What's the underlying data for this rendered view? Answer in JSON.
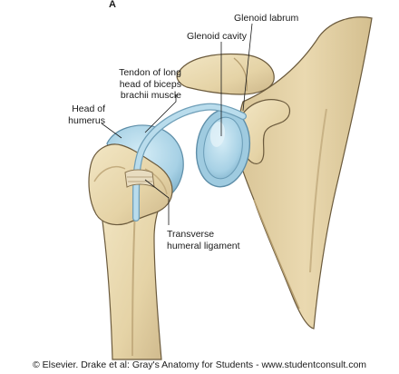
{
  "figure": {
    "panel_letter": "A",
    "labels": {
      "glenoid_labrum": "Glenoid labrum",
      "glenoid_cavity": "Glenoid cavity",
      "tendon_line1": "Tendon of long",
      "tendon_line2": "head of biceps",
      "tendon_line3": "brachii muscle",
      "head_line1": "Head of",
      "head_line2": "humerus",
      "transverse_line1": "Transverse",
      "transverse_line2": "humeral ligament"
    },
    "credit": "© Elsevier. Drake et al: Gray's Anatomy for Students - www.studentconsult.com"
  },
  "colors": {
    "bone": "#e9d9b0",
    "bone_shadow": "#c9b48a",
    "cartilage": "#a9d3e6",
    "cartilage_dark": "#7fb3cd",
    "outline": "#6b5a3c"
  }
}
